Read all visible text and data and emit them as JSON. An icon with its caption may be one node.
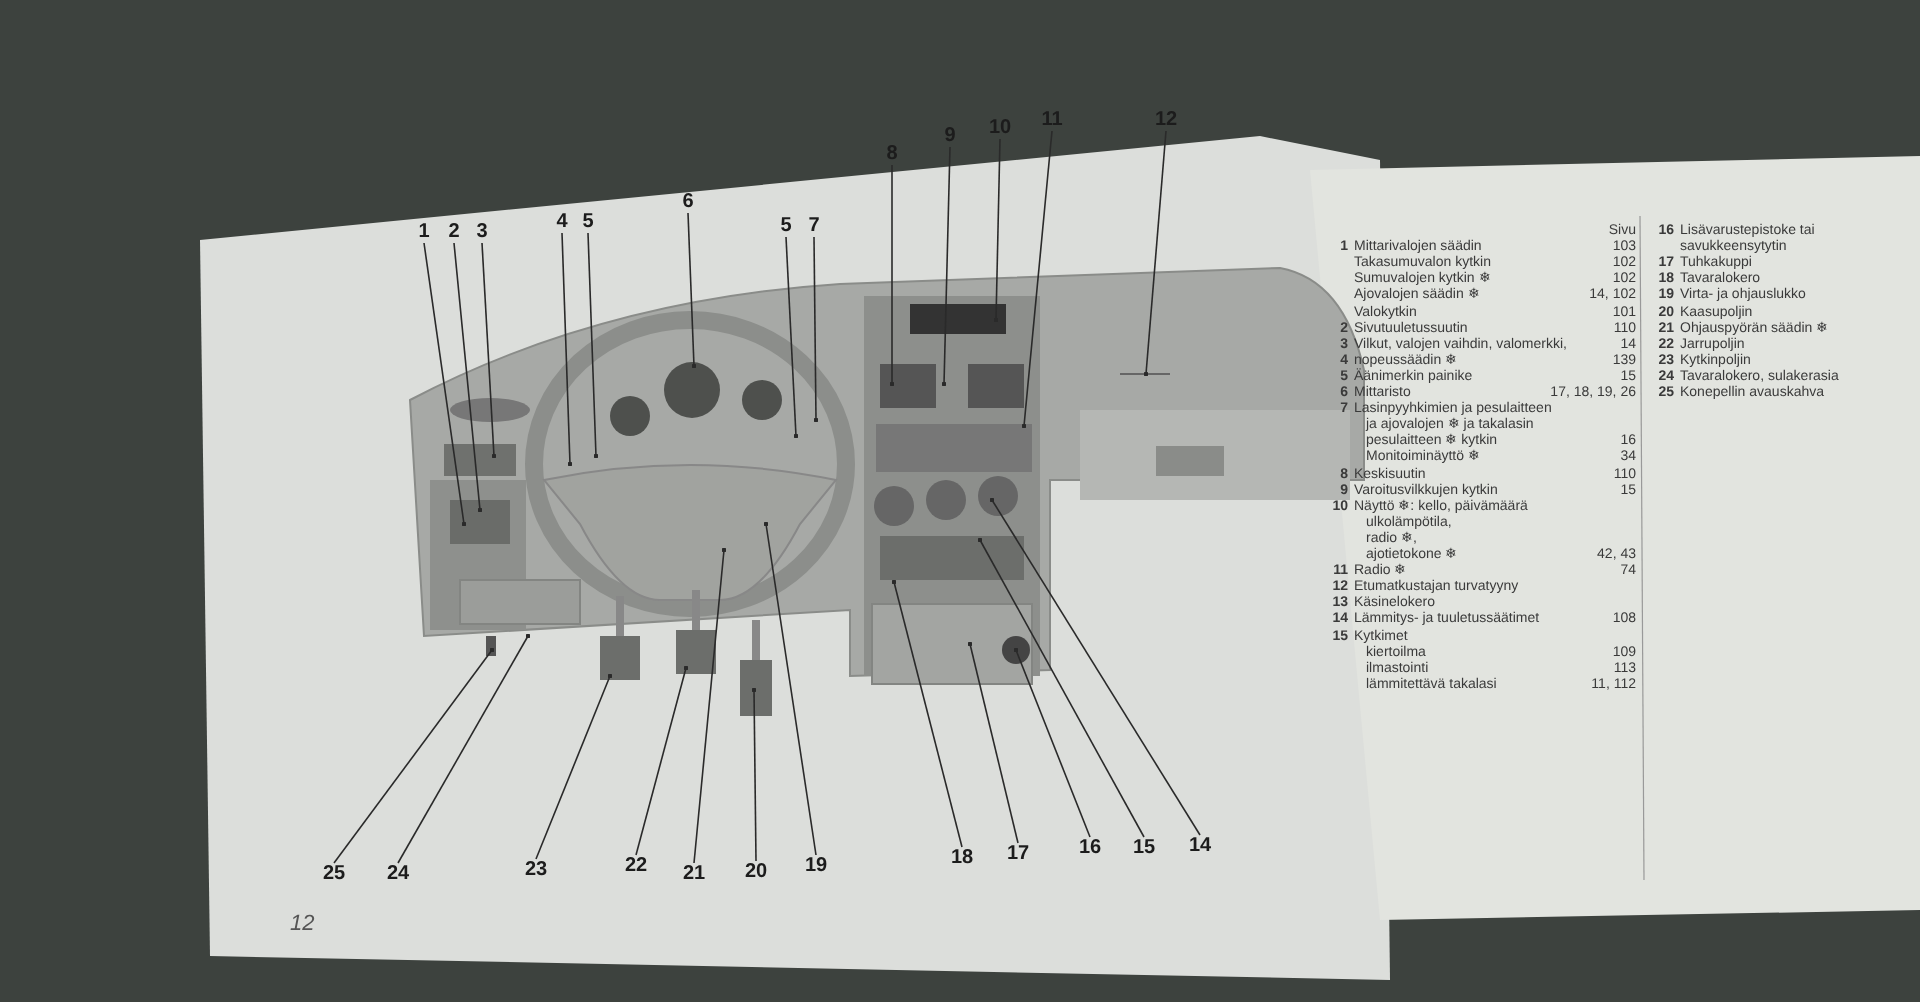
{
  "diagram": {
    "nodes": [
      {
        "text": [
          "1"
        ]
      },
      {
        "text": [
          "2"
        ]
      },
      {
        "text": [
          "3"
        ]
      },
      {
        "text": [
          "4"
        ]
      },
      {
        "text": [
          "5"
        ]
      },
      {
        "text": [
          "6"
        ]
      },
      {
        "text": [
          "5"
        ]
      },
      {
        "text": [
          "7"
        ]
      },
      {
        "text": [
          "8"
        ]
      },
      {
        "text": [
          "9"
        ]
      },
      {
        "text": [
          "10"
        ]
      },
      {
        "text": [
          "11"
        ]
      },
      {
        "text": [
          "12"
        ]
      },
      {
        "text": [
          "25"
        ]
      },
      {
        "text": [
          "24"
        ]
      },
      {
        "text": [
          "23"
        ]
      },
      {
        "text": [
          "22"
        ]
      },
      {
        "text": [
          "21"
        ]
      },
      {
        "text": [
          "20"
        ]
      },
      {
        "text": [
          "19"
        ]
      },
      {
        "text": [
          "18"
        ]
      },
      {
        "text": [
          "17"
        ]
      },
      {
        "text": [
          "16"
        ]
      },
      {
        "text": [
          "15"
        ]
      },
      {
        "text": [
          "14"
        ]
      }
    ],
    "edges": [
      {
        "from": 0,
        "to": null,
        "arrow": "other"
      },
      {
        "from": 1,
        "to": null,
        "arrow": "other"
      },
      {
        "from": 2,
        "to": null,
        "arrow": "other"
      },
      {
        "from": 3,
        "to": null,
        "arrow": "other"
      },
      {
        "from": 4,
        "to": null,
        "arrow": "other"
      },
      {
        "from": 5,
        "to": null,
        "arrow": "other"
      },
      {
        "from": 6,
        "to": null,
        "arrow": "other"
      },
      {
        "from": 7,
        "to": null,
        "arrow": "other"
      },
      {
        "from": 8,
        "to": null,
        "arrow": "other"
      },
      {
        "from": 9,
        "to": null,
        "arrow": "other"
      },
      {
        "from": 10,
        "to": null,
        "arrow": "other"
      },
      {
        "from": 11,
        "to": null,
        "arrow": "other"
      },
      {
        "from": 12,
        "to": null,
        "arrow": "other"
      },
      {
        "from": 13,
        "to": null,
        "arrow": "other"
      },
      {
        "from": 14,
        "to": null,
        "arrow": "other"
      },
      {
        "from": 15,
        "to": null,
        "arrow": "other"
      },
      {
        "from": 16,
        "to": null,
        "arrow": "other"
      },
      {
        "from": 17,
        "to": null,
        "arrow": "other"
      },
      {
        "from": 18,
        "to": null,
        "arrow": "other"
      },
      {
        "from": 19,
        "to": null,
        "arrow": "other"
      },
      {
        "from": 20,
        "to": null,
        "arrow": "other"
      },
      {
        "from": 21,
        "to": null,
        "arrow": "other"
      },
      {
        "from": 22,
        "to": null,
        "arrow": "other"
      },
      {
        "from": 23,
        "to": null,
        "arrow": "other"
      },
      {
        "from": 24,
        "to": null,
        "arrow": "other"
      }
    ],
    "labels": [
      "Sivu",
      "1",
      "Mittarivalojen säädin",
      "103",
      "Takasumuvalon kytkin",
      "102",
      "Sumuvalojen kytkin ❄",
      "102",
      "Ajovalojen säädin ❄",
      "14, 102",
      "Valokytkin",
      "101",
      "2",
      "Sivutuuletussuutin",
      "110",
      "3",
      "Vilkut, valojen vaihdin, valomerkki,",
      "14",
      "4",
      "nopeussäädin ❄",
      "139",
      "5",
      "Äänimerkin painike",
      "15",
      "6",
      "Mittaristo",
      "17, 18, 19, 26",
      "7",
      "Lasinpyyhkimien ja pesulaitteen",
      "ja ajovalojen ❄ ja takalasin",
      "pesulaitteen ❄ kytkin",
      "16",
      "Monitoiminäyttö ❄",
      "34",
      "8",
      "Keskisuutin",
      "110",
      "9",
      "Varoitusvilkkujen kytkin",
      "15",
      "10",
      "Näyttö ❄: kello, päivämäärä",
      "ulkolämpötila,",
      "radio ❄,",
      "ajotietokone ❄",
      "42, 43",
      "11",
      "Radio ❄",
      "74",
      "12",
      "Etumatkustajan turvatyyny",
      "13",
      "Käsinelokero",
      "14",
      "Lämmitys- ja tuuletussäätimet",
      "108",
      "15",
      "Kytkimet",
      "kiertoilma",
      "109",
      "ilmastointi",
      "113",
      "lämmitettävä takalasi",
      "11, 112",
      "16",
      "Lisävarustepistoke tai savukkeensytytin",
      "17",
      "Tuhkakuppi",
      "18",
      "Tavaralokero",
      "19",
      "Virta- ja ohjauslukko",
      "20",
      "Kaasupoljin",
      "21",
      "Ohjauspyörän säädin ❄",
      "22",
      "Jarrupoljin",
      "23",
      "Kytkinpoljin",
      "24",
      "Tavaralokero, sulakerasia",
      "25",
      "Konepellin avauskahva",
      "12"
    ]
  }
}
